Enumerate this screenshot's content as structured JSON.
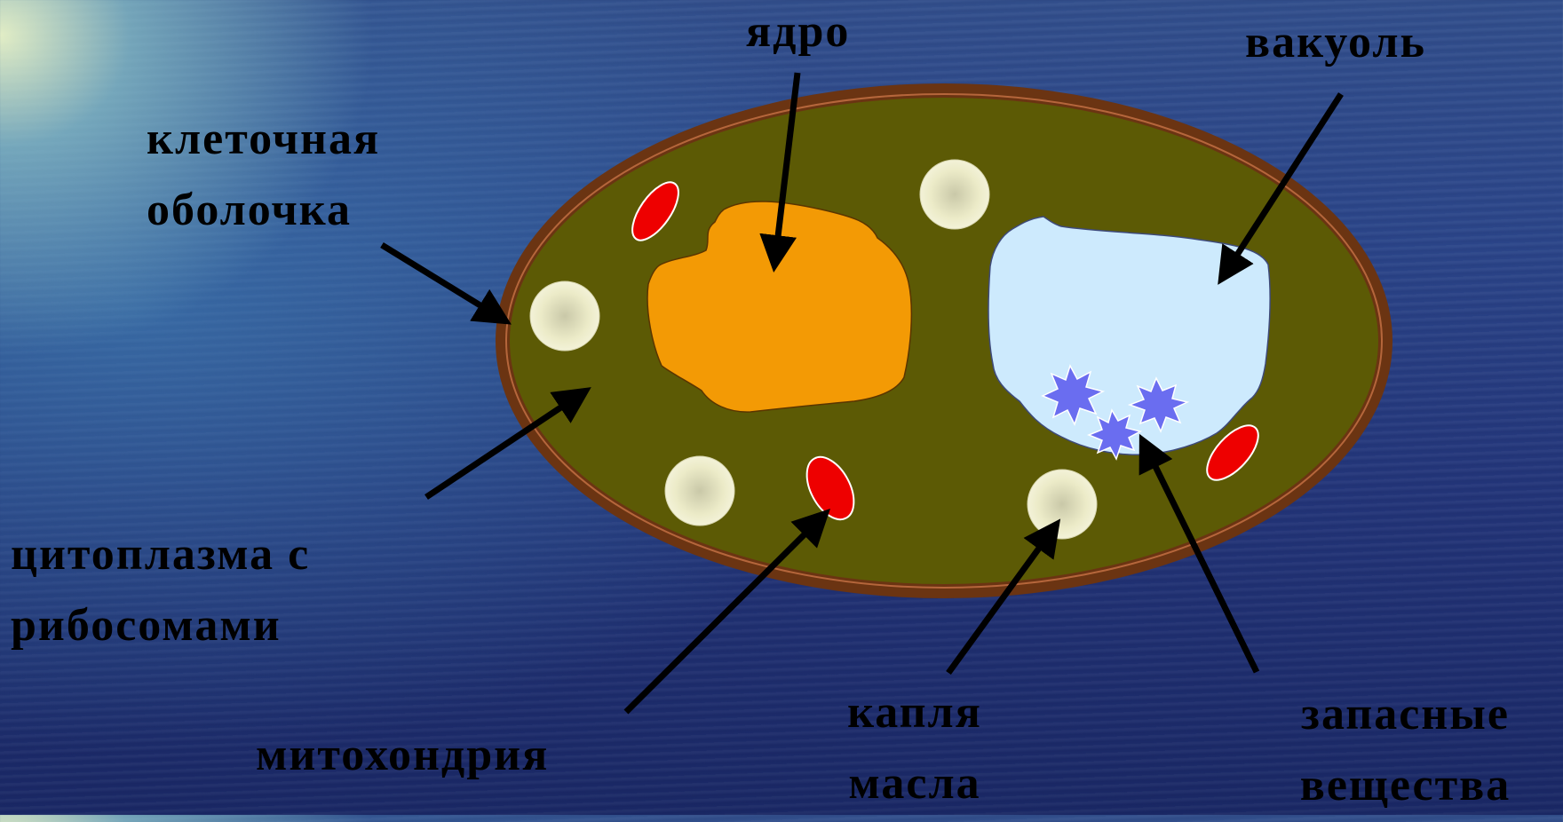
{
  "labels": {
    "nucleus": "ядро",
    "vacuole": "вакуоль",
    "cell_wall": [
      "клеточная",
      "оболочка"
    ],
    "cytoplasm": [
      "цитоплазма с",
      "рибосомами"
    ],
    "mitochondrion": "митохондрия",
    "oil_drop": [
      "капля",
      "масла"
    ],
    "reserve": [
      "запасные",
      "вещества"
    ]
  },
  "colors": {
    "cell_wall": "#6b3412",
    "cytoplasm": "#5c5a05",
    "nucleus": "#f39a05",
    "vacuole": "#cdeafd",
    "mitochondria": "#ee0000",
    "oil_drops": "#ecebc8",
    "reserve_crystals": "#6a6df0",
    "arrows": "#000000"
  }
}
